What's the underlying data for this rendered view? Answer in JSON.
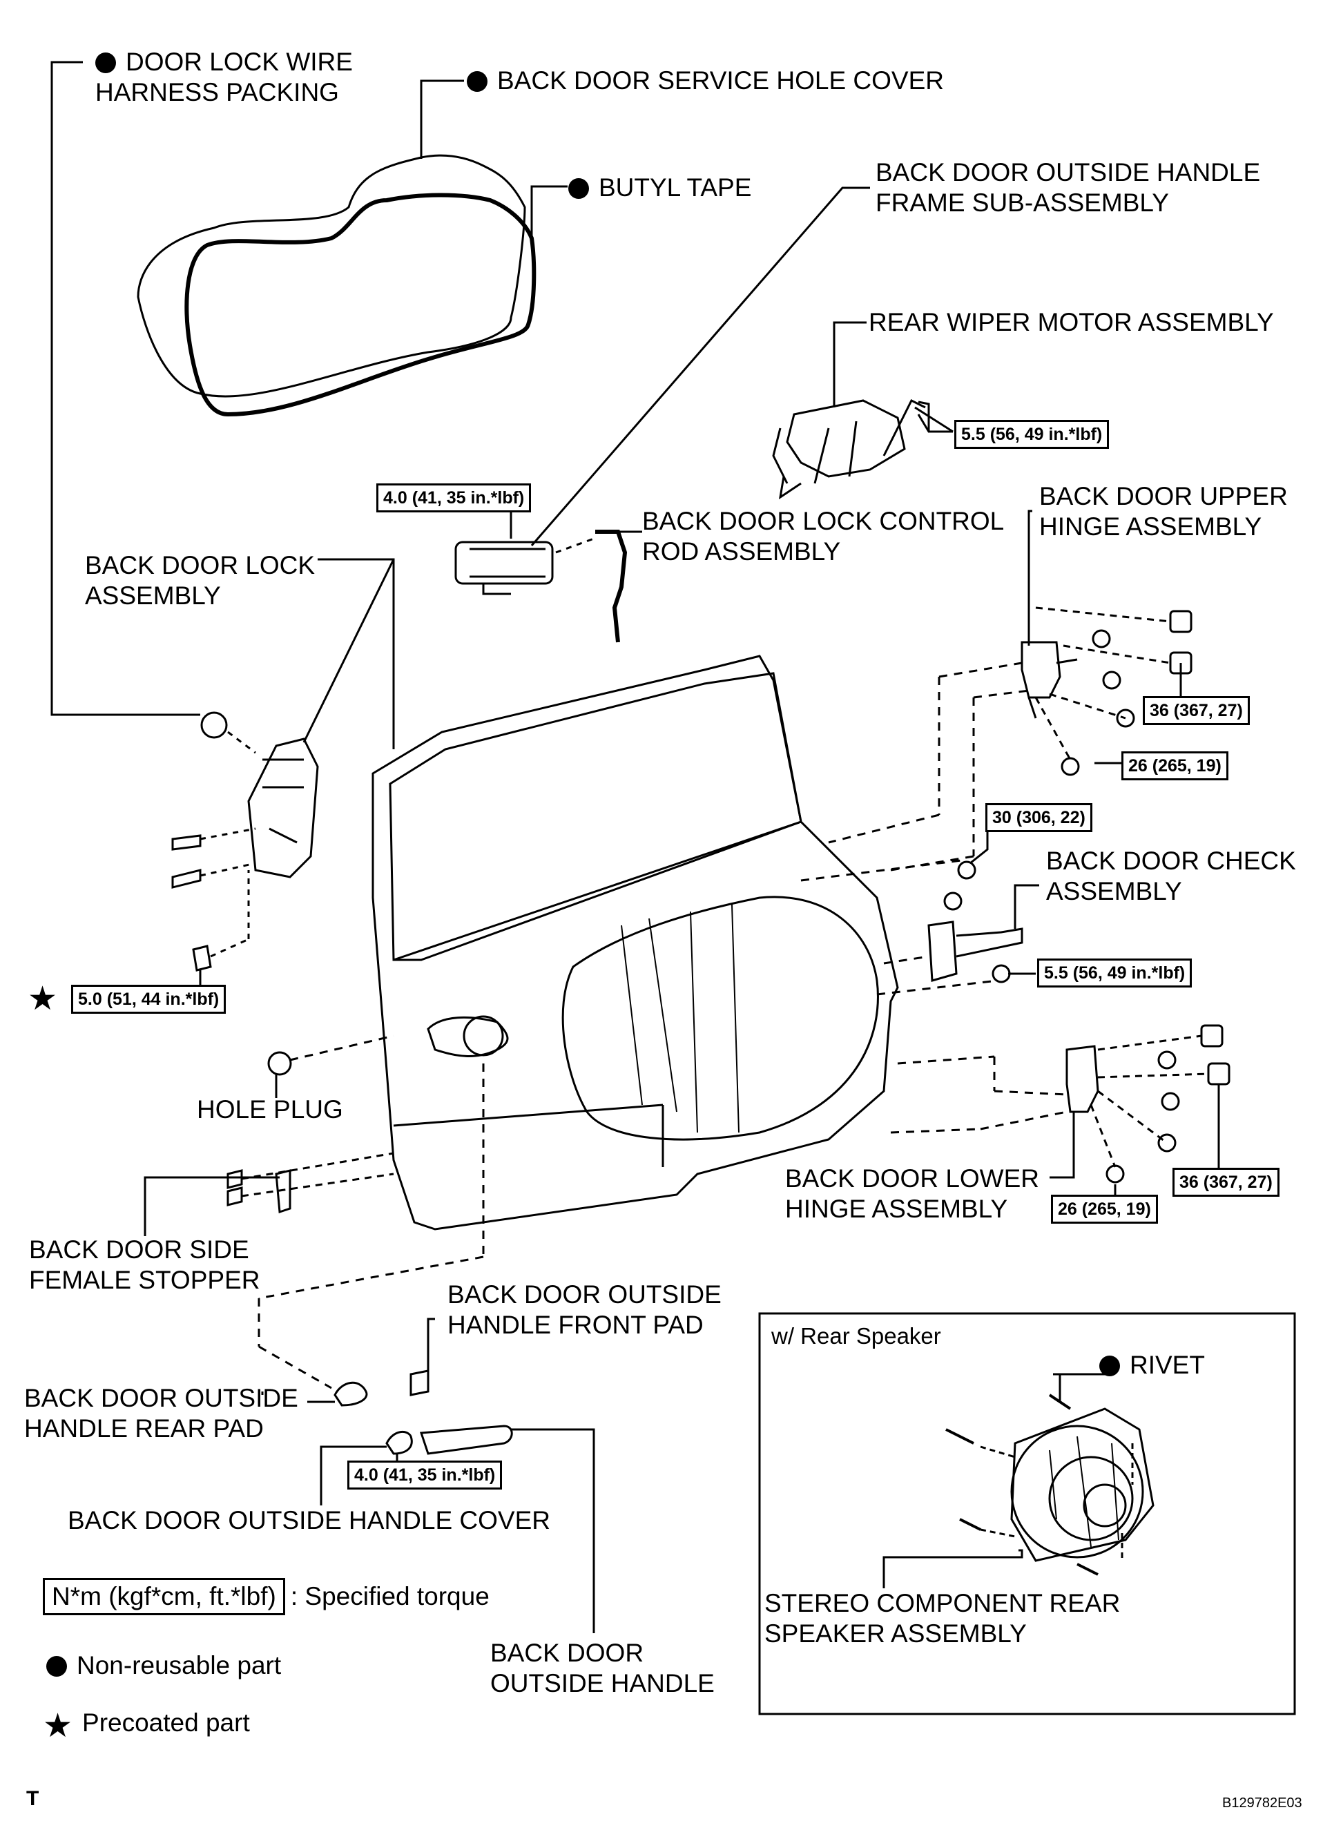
{
  "labels": {
    "door_lock_wire_harness_packing": [
      "DOOR LOCK WIRE",
      "HARNESS PACKING"
    ],
    "back_door_service_hole_cover": "BACK DOOR SERVICE HOLE COVER",
    "butyl_tape": "BUTYL TAPE",
    "outside_handle_frame": [
      "BACK DOOR OUTSIDE HANDLE",
      "FRAME SUB-ASSEMBLY"
    ],
    "rear_wiper_motor": "REAR WIPER MOTOR ASSEMBLY",
    "lock_control_rod": [
      "BACK DOOR LOCK CONTROL",
      "ROD ASSEMBLY"
    ],
    "upper_hinge": [
      "BACK DOOR UPPER",
      "HINGE ASSEMBLY"
    ],
    "back_door_lock": [
      "BACK DOOR LOCK",
      "ASSEMBLY"
    ],
    "check_assembly": [
      "BACK DOOR CHECK",
      "ASSEMBLY"
    ],
    "hole_plug": "HOLE PLUG",
    "lower_hinge": [
      "BACK DOOR LOWER",
      "HINGE ASSEMBLY"
    ],
    "side_female_stopper": [
      "BACK DOOR SIDE",
      "FEMALE STOPPER"
    ],
    "outside_handle_front_pad": [
      "BACK DOOR OUTSIDE",
      "HANDLE FRONT PAD"
    ],
    "outside_handle_rear_pad": [
      "BACK DOOR OUTSIDE",
      "HANDLE REAR PAD"
    ],
    "outside_handle_cover": "BACK DOOR OUTSIDE HANDLE COVER",
    "outside_handle": [
      "BACK DOOR",
      "OUTSIDE HANDLE"
    ],
    "rear_speaker_title": "w/ Rear Speaker",
    "rivet": "RIVET",
    "stereo_speaker": [
      "STEREO COMPONENT REAR",
      "SPEAKER ASSEMBLY"
    ]
  },
  "torques": {
    "wiper": "5.5 (56, 49 in.*lbf)",
    "frame": "4.0 (41, 35 in.*lbf)",
    "upper_hinge_36": "36 (367, 27)",
    "upper_hinge_26": "26 (265, 19)",
    "check_30": "30 (306, 22)",
    "check_55": "5.5 (56, 49 in.*lbf)",
    "lock": "5.0 (51, 44 in.*lbf)",
    "lower_hinge_36": "36 (367, 27)",
    "lower_hinge_26": "26 (265, 19)",
    "handle": "4.0 (41, 35 in.*lbf)"
  },
  "legend": {
    "torque_unit": "N*m (kgf*cm, ft.*lbf)",
    "torque_text": ": Specified torque",
    "non_reusable": "Non-reusable part",
    "precoated": "Precoated part"
  },
  "footer": {
    "left": "T",
    "code": "B129782E03"
  }
}
